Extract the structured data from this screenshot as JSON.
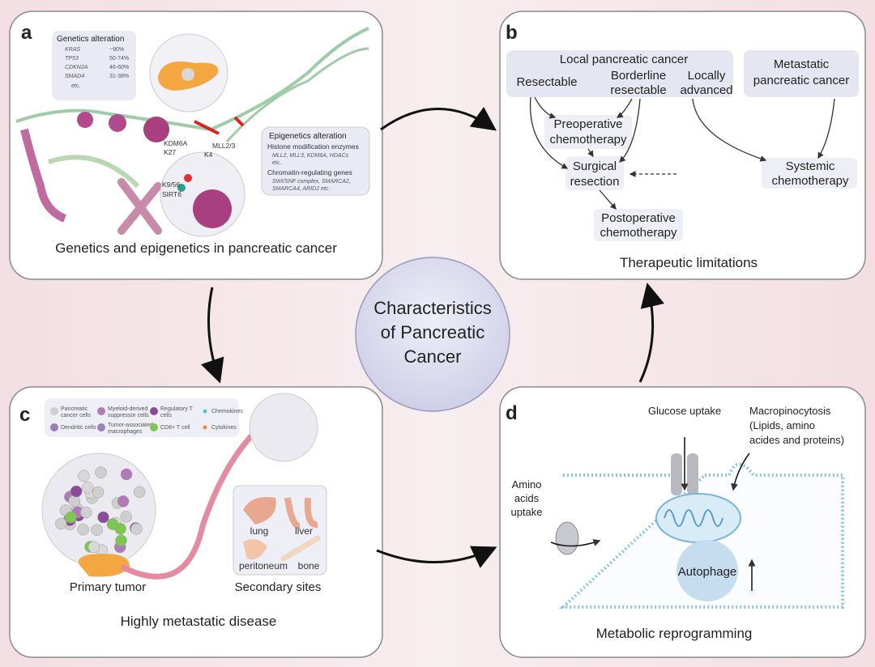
{
  "center": {
    "line1": "Characteristics",
    "line2": "of Pancreatic",
    "line3": "Cancer"
  },
  "panel_a": {
    "letter": "a",
    "title": "Genetics and epigenetics in pancreatic cancer",
    "genetics": {
      "heading": "Genetics alteration",
      "rows": [
        {
          "gene": "KRAS",
          "value": "~90%"
        },
        {
          "gene": "TP53",
          "value": "50-74%"
        },
        {
          "gene": "CDKN2A",
          "value": "46-60%"
        },
        {
          "gene": "SMAD4",
          "value": "31-38%"
        }
      ],
      "etc": "etc."
    },
    "epigenetics": {
      "heading": "Epigenetics alteration",
      "histone_heading": "Histone modification enzymes",
      "histone_list1": "MLL2, MLL3, KDM6A, HDACs",
      "histone_list2": "etc.",
      "chromatin_heading": "Chromatin-regulating genes",
      "chromatin_list1": "SWI/SNF complex, SMARCA2,",
      "chromatin_list2": "SMARCA4, ARID2 etc."
    },
    "marks": {
      "kdm6a": "KDM6A",
      "k27": "K27",
      "mll": "MLL2/3",
      "k4": "K4",
      "k956": "K9/56",
      "sirt6": "SIRT6"
    }
  },
  "panel_b": {
    "letter": "b",
    "title": "Therapeutic limitations",
    "local_group": "Local pancreatic cancer",
    "resectable": "Resectable",
    "borderline1": "Borderline",
    "borderline2": "resectable",
    "locally1": "Locally",
    "locally2": "advanced",
    "metastatic1": "Metastatic",
    "metastatic2": "pancreatic cancer",
    "preop1": "Preoperative",
    "preop2": "chemotherapy",
    "surgical1": "Surgical",
    "surgical2": "resection",
    "systemic1": "Systemic",
    "systemic2": "chemotherapy",
    "postop1": "Postoperative",
    "postop2": "chemotherapy"
  },
  "panel_c": {
    "letter": "c",
    "title": "Highly metastatic disease",
    "primary": "Primary tumor",
    "secondary": "Secondary sites",
    "sites": {
      "lung": "lung",
      "liver": "liver",
      "peritoneum": "peritoneum",
      "bone": "bone"
    },
    "legend": [
      {
        "label1": "Pancreatic",
        "label2": "cancer cells",
        "color": "#cfcfcf"
      },
      {
        "label1": "Myeloid-derived",
        "label2": "suppressor cells",
        "color": "#b07ab8"
      },
      {
        "label1": "Regulatory T",
        "label2": "cells",
        "color": "#8a4a9a"
      },
      {
        "label1": "Chemokines",
        "label2": "",
        "color": "#5bc0d0"
      },
      {
        "label1": "Dendritic cells",
        "label2": "",
        "color": "#9c7ac0"
      },
      {
        "label1": "Tumor-associated",
        "label2": "macrophages",
        "color": "#a080b8"
      },
      {
        "label1": "CD8+ T cell",
        "label2": "",
        "color": "#7cc850"
      },
      {
        "label1": "Cytokines",
        "label2": "",
        "color": "#ef8a4a"
      }
    ]
  },
  "panel_d": {
    "letter": "d",
    "title": "Metabolic reprogramming",
    "glucose": "Glucose uptake",
    "macro1": "Macropinocytosis",
    "macro2": "(Lipids, amino",
    "macro3": "acides and proteins)",
    "amino1": "Amino",
    "amino2": "acids",
    "amino3": "uptake",
    "autophage": "Autophage"
  },
  "colors": {
    "panel_bg": "#ffffff",
    "panel_border": "#8a8a8a",
    "box": "#e6e6f2",
    "center": "#dcdcef",
    "membrane": "#8fc3e6",
    "dna": "#9fcca8"
  }
}
